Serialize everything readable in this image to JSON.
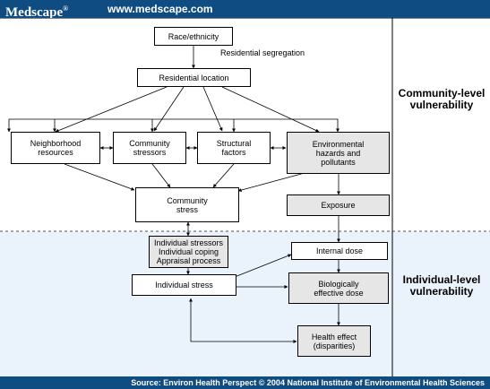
{
  "header": {
    "logo": "Medscape",
    "logo_mark": "®",
    "url": "www.medscape.com"
  },
  "diagram": {
    "nodes": {
      "race": [
        "Race/ethnicity"
      ],
      "residential_location": [
        "Residential location"
      ],
      "neighborhood_resources": [
        "Neighborhood",
        "resources"
      ],
      "community_stressors": [
        "Community",
        "stressors"
      ],
      "structural_factors": [
        "Structural",
        "factors"
      ],
      "environmental_hazards": [
        "Environmental",
        "hazards and",
        "pollutants"
      ],
      "community_stress": [
        "Community",
        "stress"
      ],
      "exposure": [
        "Exposure"
      ],
      "individual_stressors": [
        "Individual stressors",
        "Individual coping",
        "Appraisal process"
      ],
      "internal_dose": [
        "Internal dose"
      ],
      "individual_stress": [
        "Individual stress"
      ],
      "biologically_effective_dose": [
        "Biologically",
        "effective dose"
      ],
      "health_effect": [
        "Health effect",
        "(disparities)"
      ]
    },
    "edge_labels": {
      "segregation": "Residential segregation"
    },
    "regions": {
      "community": [
        "Community-level",
        "vulnerability"
      ],
      "individual": [
        "Individual-level",
        "vulnerability"
      ]
    },
    "colors": {
      "individual_region": "#eaf3fb",
      "node_fill": "#ffffff",
      "node_grey": "#e6e6e6",
      "lines": "#000000",
      "banner": "#0f4c81"
    }
  },
  "footer": {
    "source": "Source: Environ Health Perspect © 2004 National Institute of Environmental Health Sciences"
  }
}
